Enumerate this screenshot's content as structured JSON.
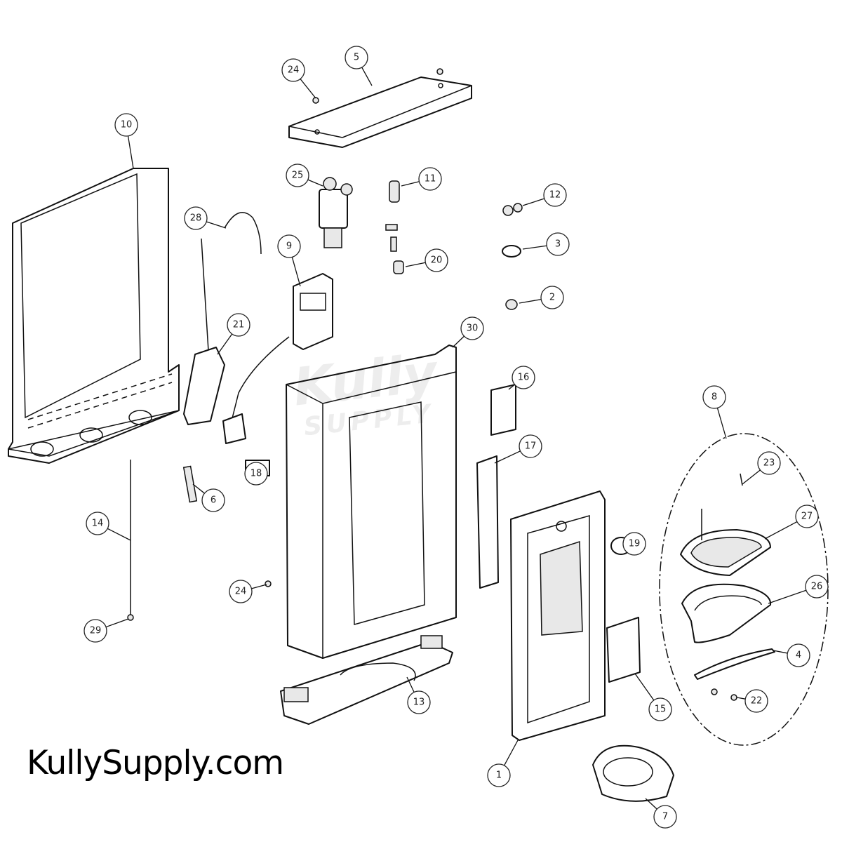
{
  "brand_text": "KullySupply.com",
  "watermark": {
    "line1": "Kully",
    "line2": "SUPPLY"
  },
  "callouts": [
    "24",
    "5",
    "10",
    "25",
    "11",
    "12",
    "28",
    "3",
    "9",
    "20",
    "2",
    "21",
    "30",
    "16",
    "8",
    "17",
    "18",
    "6",
    "23",
    "14",
    "27",
    "19",
    "24",
    "26",
    "29",
    "4",
    "13",
    "15",
    "22",
    "1",
    "7"
  ]
}
